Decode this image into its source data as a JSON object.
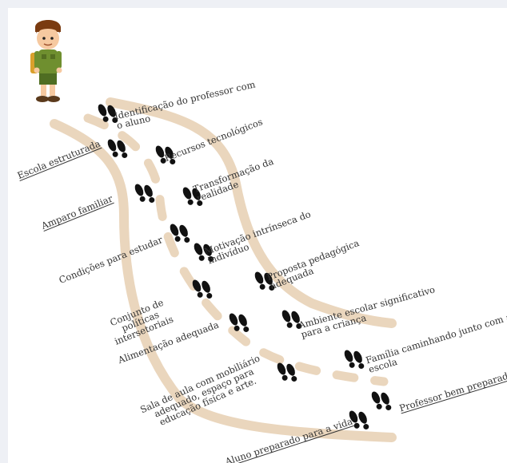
{
  "colors": {
    "path": "#ead6bd",
    "footprint": "#111111",
    "text": "#333333",
    "background": "#ffffff"
  },
  "icons": {
    "character": "cartoon-boy-icon",
    "step": "footprint-icon"
  },
  "labels": {
    "identificacao": "Identificação do professor com o aluno",
    "escola": "Escola estruturada",
    "recursos": "Recursos tecnológicos",
    "amparo": "Amparo familiar",
    "transformacao": "Transformação da realidade",
    "condicoes": "Condições para  estudar",
    "motivacao": "Motivação intrínseca do indivíduo",
    "proposta": "Proposta pedagógica adequada",
    "conjunto": "Conjunto de políticas intersetoriais",
    "ambiente": "Ambiente escolar significativo para a criança",
    "alimentacao": "Alimentação adequada",
    "familia": "Família caminhando junto com a escola",
    "sala": "Sala de aula com mobiliário adequado, espaço para educação física e arte.",
    "professor": "Professor bem preparado",
    "aluno": "Aluno preparado para a vida"
  }
}
